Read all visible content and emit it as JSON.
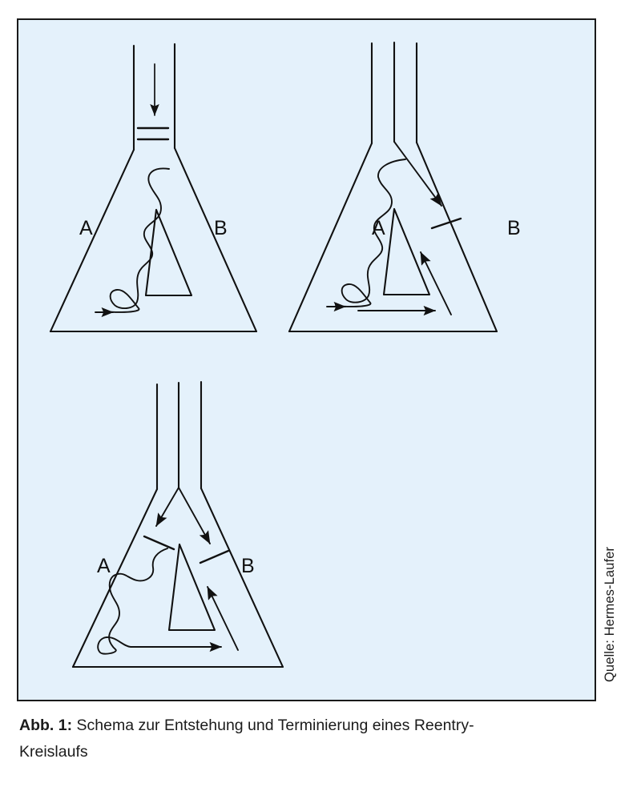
{
  "figure": {
    "background_color": "#e4f1fb",
    "border_color": "#1a1a1a",
    "stroke_color": "#111111",
    "caption_label": "Abb. 1:",
    "caption_text": " Schema zur Entstehung und Terminierung eines Reentry-Kreislaufs",
    "source_credit": "Quelle: Hermes-Laufer"
  },
  "panels": [
    {
      "id": "panel-1",
      "name": "normal-conduction",
      "label_left": "A",
      "label_right": "B",
      "stem_lines": 2,
      "block_bars": 2,
      "arrows": [
        "down-into-stem",
        "wavy-branch-exit-right"
      ]
    },
    {
      "id": "panel-2",
      "name": "reentry-initiation",
      "label_left": "A",
      "label_right": "B",
      "stem_lines": 3,
      "block_bars": 1,
      "arrows": [
        "down-right-branch",
        "wavy-branch-exit-right",
        "bottom-right",
        "up-right-limb"
      ]
    },
    {
      "id": "panel-3",
      "name": "reentry-termination",
      "label_left": "A",
      "label_right": "B",
      "stem_lines": 3,
      "block_bars": 2,
      "arrows": [
        "down-left-branch",
        "down-right-branch",
        "bottom-right",
        "up-right-limb"
      ]
    }
  ]
}
